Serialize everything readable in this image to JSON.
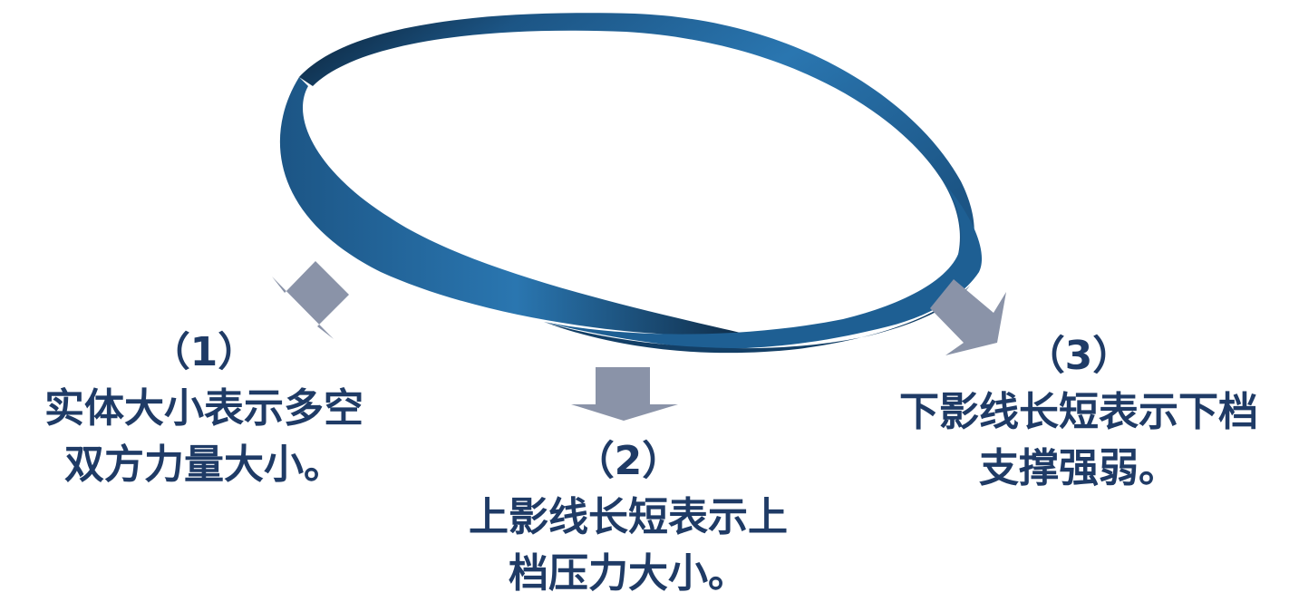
{
  "colors": {
    "band_dark": "#0a1f33",
    "band_mid": "#1c5585",
    "band_light": "#2a76b0",
    "arrow": "#8a93a8",
    "text": "#1f3b66"
  },
  "items": [
    {
      "number": "（1）",
      "lines": [
        "实体大小表示多空",
        "双方力量大小。"
      ],
      "icon": "arrow-down-left-icon"
    },
    {
      "number": "（2）",
      "lines": [
        "上影线长短表示上",
        "档压力大小。"
      ],
      "icon": "arrow-down-icon"
    },
    {
      "number": "（3）",
      "lines": [
        "下影线长短表示下档",
        "支撑强弱。"
      ],
      "icon": "arrow-down-right-icon"
    }
  ]
}
